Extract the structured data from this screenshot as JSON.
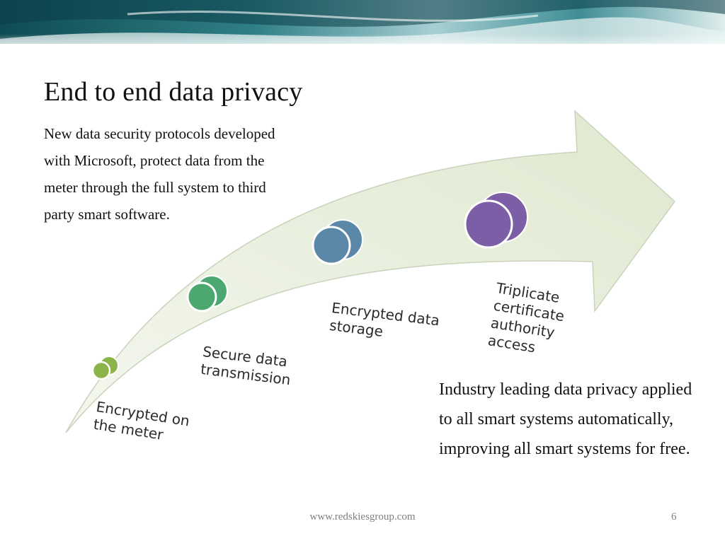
{
  "slide": {
    "title": "End to end data privacy",
    "intro": "New data security protocols developed with Microsoft, protect data from the meter through the full system to third party smart software.",
    "summary": "Industry leading data privacy applied to all smart systems automatically, improving all smart systems for free.",
    "footer_url": "www.redskiesgroup.com",
    "page_number": "6"
  },
  "steps": [
    {
      "label_line1": "Encrypted on",
      "label_line2": "the meter",
      "color": "#8db44a"
    },
    {
      "label_line1": "Secure data",
      "label_line2": "transmission",
      "color": "#4aa870"
    },
    {
      "label_line1": "Encrypted data",
      "label_line2": "storage",
      "color": "#5b88a8"
    },
    {
      "label_line1": "Triplicate",
      "label_line2": "certificate",
      "label_line3": "authority",
      "label_line4": "access",
      "color": "#7b5ea6"
    }
  ],
  "colors": {
    "arrow_fill": "#e0e8d2",
    "banner_dark": "#0e4a5a",
    "banner_light": "#cfe3e4"
  }
}
